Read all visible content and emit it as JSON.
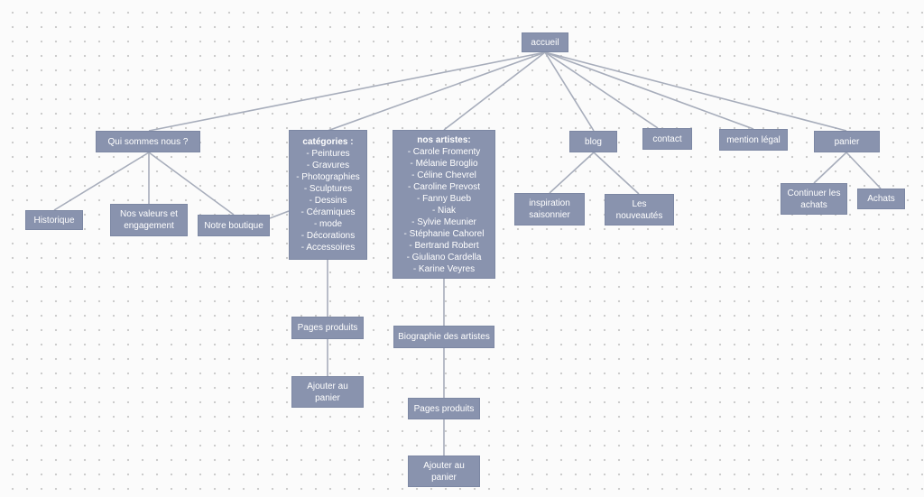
{
  "colors": {
    "node_fill": "#8993ae",
    "node_text": "#ffffff",
    "connector": "#a7adbb",
    "background": "#fbfbfb"
  },
  "nodes": {
    "accueil": "accueil",
    "qui_sommes_nous": "Qui sommes nous ?",
    "historique": "Historique",
    "nos_valeurs": [
      "Nos valeurs et",
      "engagement"
    ],
    "notre_boutique": "Notre boutique",
    "categories": {
      "title": "catégories :",
      "items": [
        "- Peintures",
        "- Gravures",
        "- Photographies",
        "- Sculptures",
        "- Dessins",
        "- Céramiques",
        "- mode",
        "- Décorations",
        "- Accessoires"
      ]
    },
    "pages_produits_1": "Pages produits",
    "ajouter_panier_1": [
      "Ajouter au",
      "panier"
    ],
    "artistes": {
      "title": "nos artistes:",
      "items": [
        "- Carole Fromenty",
        "- Mélanie Broglio",
        "- Céline Chevrel",
        "- Caroline Prevost",
        "- Fanny Bueb",
        "- Niak",
        "- Sylvie Meunier",
        "- Stéphanie Cahorel",
        "- Bertrand Robert",
        "- Giuliano Cardella",
        "- Karine Veyres"
      ]
    },
    "biographie": "Biographie des artistes",
    "pages_produits_2": "Pages produits",
    "ajouter_panier_2": [
      "Ajouter au",
      "panier"
    ],
    "blog": "blog",
    "inspiration": [
      "inspiration",
      "saisonnier"
    ],
    "nouveautes": "Les nouveautés",
    "contact": "contact",
    "mention": "mention légal",
    "panier": "panier",
    "continuer": [
      "Continuer les",
      "achats"
    ],
    "achats": "Achats"
  }
}
